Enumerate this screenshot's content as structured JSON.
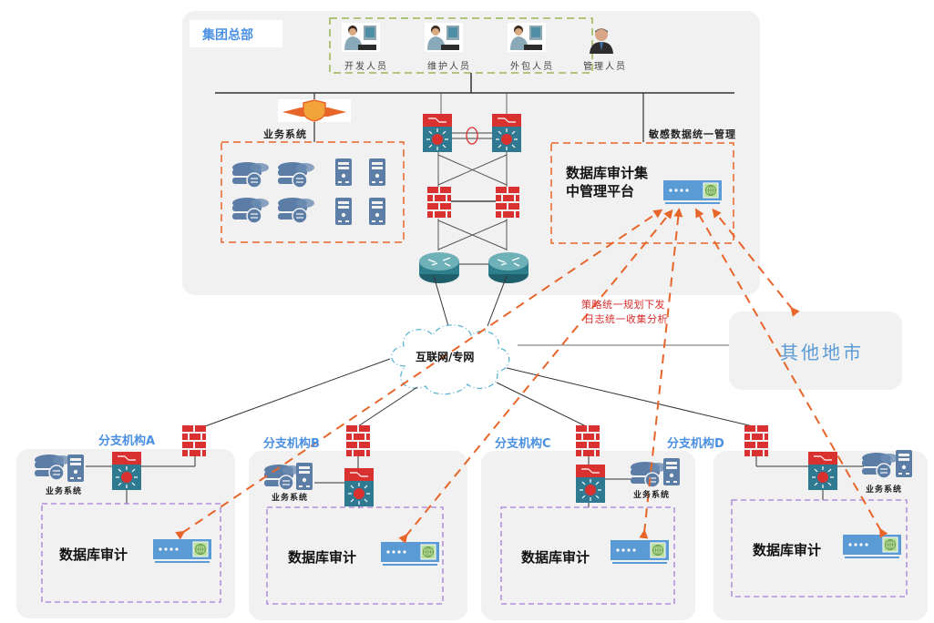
{
  "headquarters": {
    "title": "集团总部",
    "personnel": [
      {
        "label": "开发人员",
        "icon": "developer-icon"
      },
      {
        "label": "维护人员",
        "icon": "maintainer-icon"
      },
      {
        "label": "外包人员",
        "icon": "outsourcer-icon"
      },
      {
        "label": "管理人员",
        "icon": "manager-icon"
      }
    ],
    "business_system_label": "业务系统",
    "sensitive_data_label": "敏感数据统一管理",
    "central_platform": {
      "line1": "数据库审计集",
      "line2": "中管理平台"
    }
  },
  "network": {
    "cloud_label": "互联网/专网",
    "policy_note": {
      "line1": "策略统一规划下发",
      "line2": "日志统一收集分析"
    },
    "other_city": "其他地市"
  },
  "branches": [
    {
      "name": "分支机构A",
      "business_label": "业务系统",
      "audit_label": "数据库审计"
    },
    {
      "name": "分支机构B",
      "business_label": "业务系统",
      "audit_label": "数据库审计"
    },
    {
      "name": "分支机构C",
      "business_label": "业务系统",
      "audit_label": "数据库审计"
    },
    {
      "name": "分支机构D",
      "business_label": "业务系统",
      "audit_label": "数据库审计"
    }
  ],
  "colors": {
    "panel_bg": "#f1f1f1",
    "accent_blue": "#4a90e2",
    "arrow_orange": "#e8652a",
    "firewall_red": "#d93030",
    "device_blue": "#5b9bd5",
    "server_slate": "#5b7da6",
    "personnel_border": "#9ab555",
    "branch_border": "#a67ed6"
  }
}
